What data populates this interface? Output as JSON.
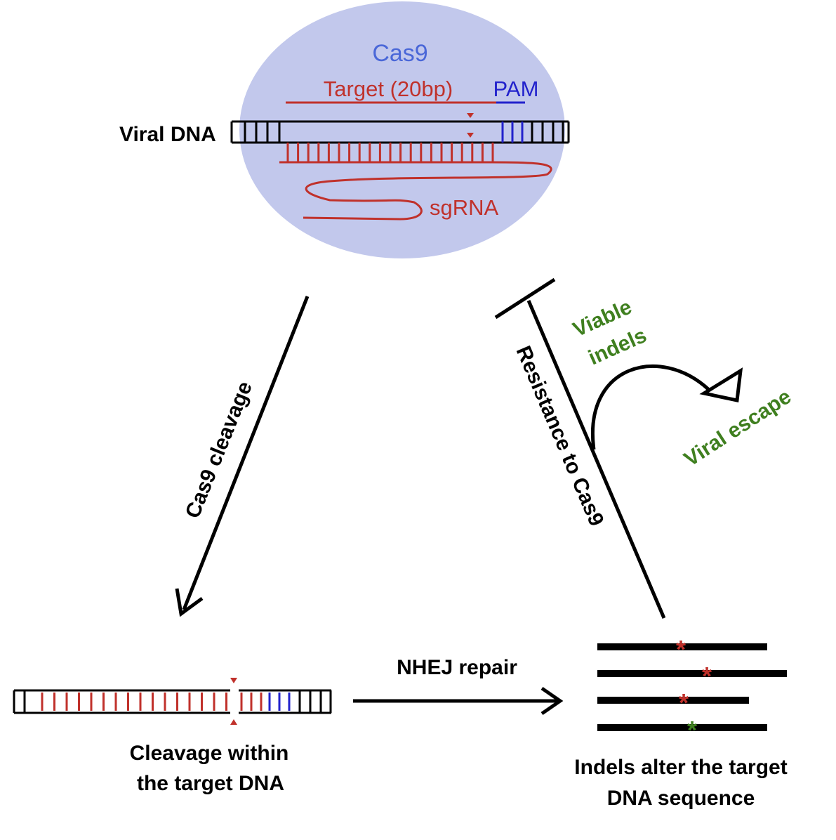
{
  "colors": {
    "cas9_fill": "#c2c8ec",
    "cas9_label": "#4a67d8",
    "target": "#c0312b",
    "pam": "#2222cc",
    "black": "#000000",
    "green": "#3f7f1f"
  },
  "cas9_complex": {
    "cas9_label": "Cas9",
    "target_label": "Target (20bp)",
    "pam_label": "PAM",
    "viral_dna_label": "Viral DNA",
    "sgrna_label": "sgRNA"
  },
  "arrows": {
    "cleavage_label": "Cas9 cleavage",
    "nhej_label": "NHEJ repair",
    "resistance_label": "Resistance to Cas9",
    "viable_label_line1": "Viable",
    "viable_label_line2": "indels",
    "escape_label": "Viral escape"
  },
  "cleaved_dna": {
    "caption_line1": "Cleavage within",
    "caption_line2": "the target DNA"
  },
  "indels": {
    "caption_line1": "Indels alter the target",
    "caption_line2": "DNA sequence",
    "strands": [
      {
        "mark": "*",
        "color": "red"
      },
      {
        "mark": "*",
        "color": "red"
      },
      {
        "mark": "*",
        "color": "red"
      },
      {
        "mark": "*",
        "color": "green"
      }
    ]
  }
}
